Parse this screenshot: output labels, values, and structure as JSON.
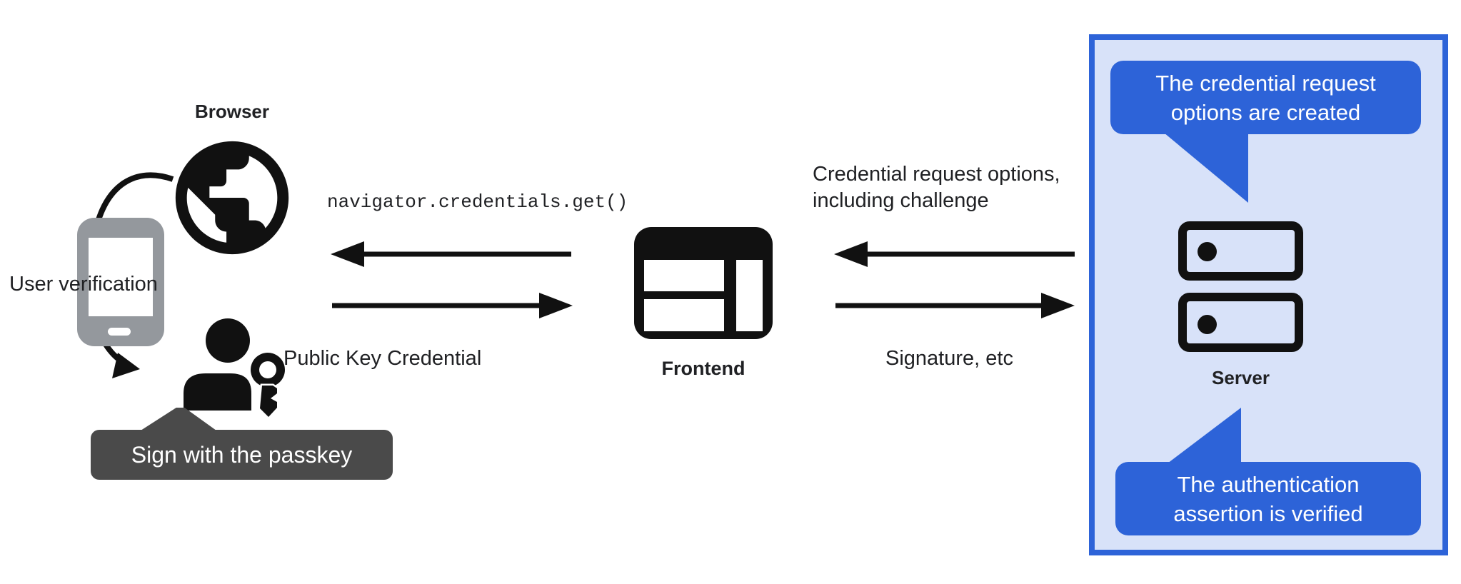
{
  "diagram": {
    "actors": {
      "browser_label": "Browser",
      "frontend_label": "Frontend",
      "server_label": "Server"
    },
    "annotations": {
      "user_verification": "User verification",
      "sign_with_passkey": "Sign with the passkey",
      "server_bubble_top": "The credential request options are created",
      "server_bubble_bottom": "The authentication assertion is verified"
    },
    "messages": {
      "navigator_call": "navigator.credentials.get()",
      "public_key_credential": "Public Key Credential",
      "credential_request_line1": "Credential request options,",
      "credential_request_line2": "including challenge",
      "signature_etc": "Signature, etc"
    },
    "icons": {
      "browser": "globe-icon",
      "user_device": "smartphone-icon",
      "authenticator": "person-with-key-icon",
      "frontend": "browser-window-icon",
      "server": "server-stack-icon"
    },
    "colors": {
      "icon_black": "#111111",
      "text": "#202124",
      "phone_gray": "#94989d",
      "tooltip_bg": "#4a4a4a",
      "accent_blue": "#2d63d8",
      "panel_fill": "#d8e2f9"
    }
  }
}
